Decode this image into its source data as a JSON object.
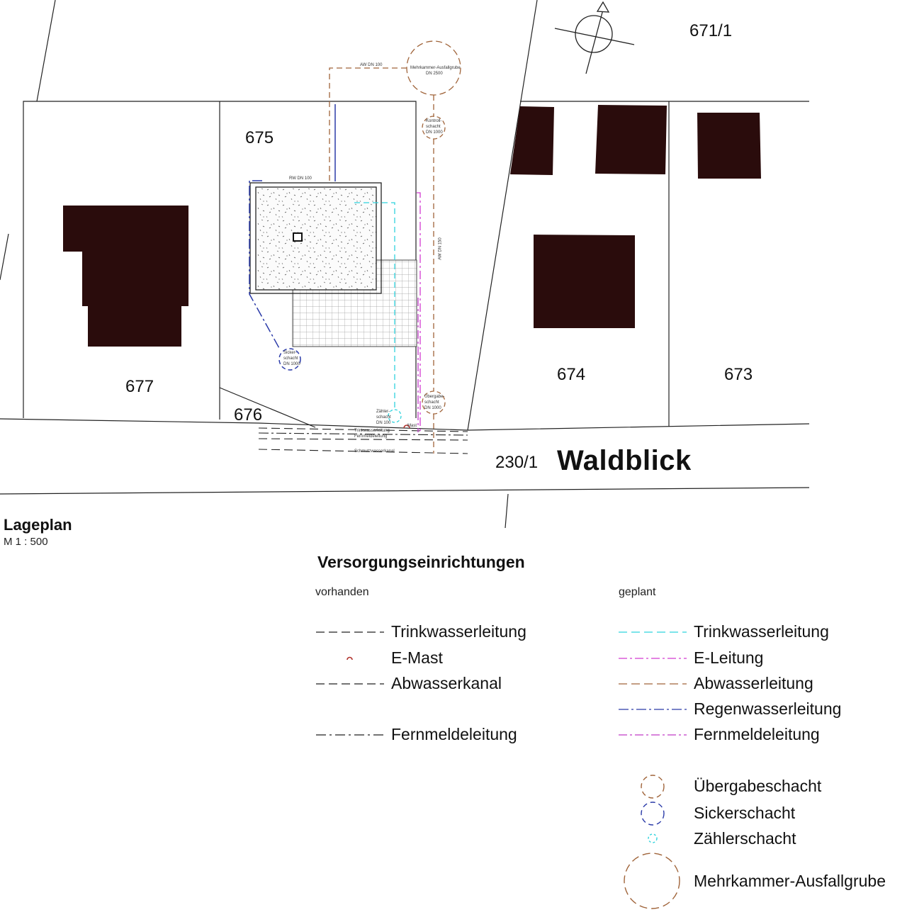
{
  "parcels": {
    "p671_1": "671/1",
    "p675": "675",
    "p677": "677",
    "p676": "676",
    "p674": "674",
    "p673": "673",
    "p230_1": "230/1"
  },
  "street_name": "Waldblick",
  "plan_title": "Lageplan",
  "plan_scale": "M  1 : 500",
  "annotations": {
    "mehrkammer": "Mehrkammer-Ausfallgrube",
    "mehrkammer_dn": "DN 2500",
    "aw_dn100": "AW DN 100",
    "rw_dn100": "RW DN 100",
    "kontroll": "Kontroll-",
    "schacht": "schacht",
    "dn1000": "DN 1000",
    "aw_dn150": "AW DN 150",
    "sicker": "Sicker-",
    "zaehler": "Zähler-",
    "dn100": "DN 100",
    "uebergabe": "Übergabe-",
    "mast": "Mast",
    "fernmeldeleitung": "Fernmeldeleitung",
    "trinkwasserleitung": "Trinkwasserleitung",
    "schmutzwasserkanal": "Schmutzwasserkanal"
  },
  "legend": {
    "title": "Versorgungseinrichtungen",
    "existing_header": "vorhanden",
    "planned_header": "geplant",
    "existing": [
      {
        "label": "Trinkwasserleitung",
        "color": "#222222",
        "style": "dash"
      },
      {
        "label": "E-Mast",
        "color": "#b0302a",
        "style": "mast-symbol"
      },
      {
        "label": "Abwasserkanal",
        "color": "#222222",
        "style": "dash"
      },
      {
        "label": "Fernmeldeleitung",
        "color": "#222222",
        "style": "dashdot"
      }
    ],
    "planned": [
      {
        "label": "Trinkwasserleitung",
        "color": "#2fd3dd",
        "style": "dash"
      },
      {
        "label": "E-Leitung",
        "color": "#d23ad1",
        "style": "dashdot"
      },
      {
        "label": "Abwasserleitung",
        "color": "#a0643a",
        "style": "dash"
      },
      {
        "label": "Regenwasserleitung",
        "color": "#2a3aa8",
        "style": "dashdot"
      },
      {
        "label": "Fernmeldeleitung",
        "color": "#c03ac8",
        "style": "dashdot"
      }
    ],
    "shafts": [
      {
        "label": "Übergabeschacht",
        "color": "#a0643a"
      },
      {
        "label": "Sickerschacht",
        "color": "#2a3aa8"
      },
      {
        "label": "Zählerschacht",
        "color": "#2fd3dd"
      },
      {
        "label": "Mehrkammer-Ausfallgrube",
        "color": "#a0643a"
      }
    ]
  },
  "colors": {
    "building": "#2a0c0c",
    "line": "#222222",
    "sewer": "#a0643a",
    "rain": "#2a3aa8",
    "water": "#2fd3dd",
    "electric": "#d23ad1",
    "mast": "#b0302a"
  }
}
